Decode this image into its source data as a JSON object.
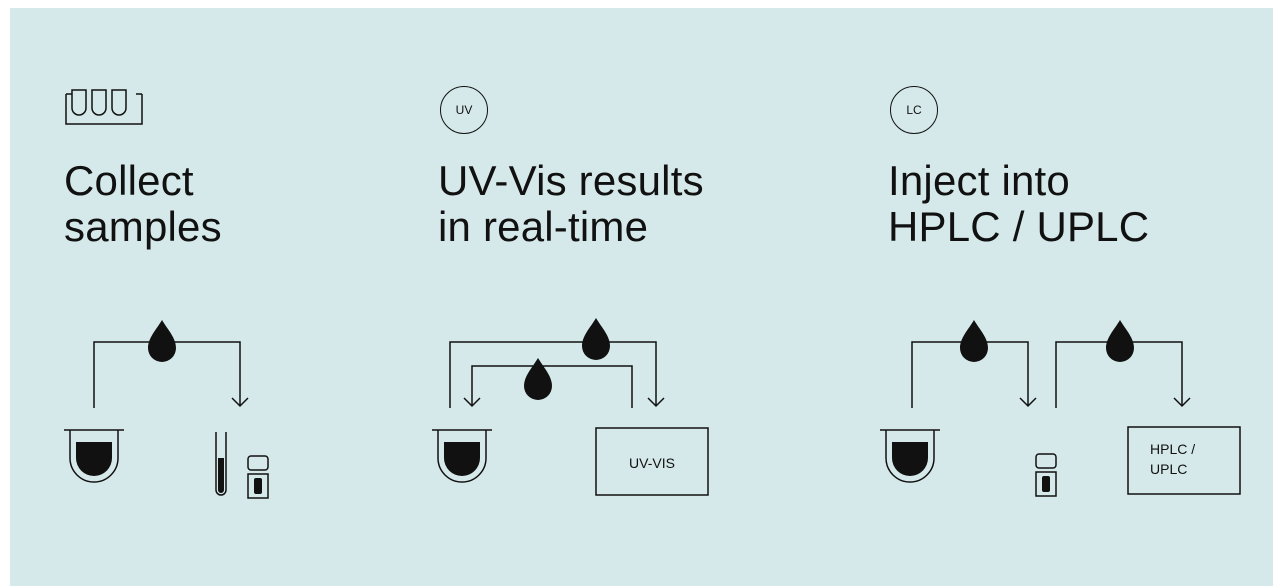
{
  "steps": [
    {
      "icon": "sample-rack-icon",
      "title_line1": "Collect",
      "title_line2": "samples"
    },
    {
      "badge": "UV",
      "title_line1": "UV-Vis results",
      "title_line2": "in real-time",
      "box_label": "UV-VIS"
    },
    {
      "badge": "LC",
      "title_line1": "Inject into",
      "title_line2": "HPLC / UPLC",
      "box_label_line1": "HPLC /",
      "box_label_line2": "UPLC"
    }
  ],
  "colors": {
    "background": "#d6e9ea",
    "ink": "#111111"
  }
}
